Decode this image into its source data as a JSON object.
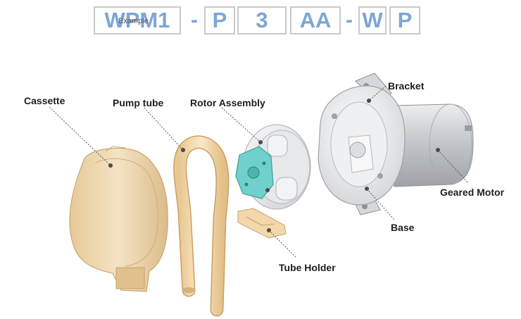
{
  "model_code": {
    "segments": [
      "WPM1",
      "P",
      "3",
      "AA",
      "W",
      "P"
    ],
    "separators": [
      "-",
      "-"
    ],
    "example_label": "Example"
  },
  "labels": {
    "cassette": "Cassette",
    "pump_tube": "Pump tube",
    "rotor_assembly": "Rotor Assembly",
    "bracket": "Bracket",
    "geared_motor": "Geared Motor",
    "base": "Base",
    "tube_holder": "Tube Holder"
  },
  "colors": {
    "code_text": "#7da6d6",
    "code_border": "#c9c9c9",
    "cassette": "#e7cc9e",
    "pump_tube": "#f0d5a5",
    "rotor_accent": "#6fd0cc",
    "motor_body": "#c9cbcf"
  }
}
